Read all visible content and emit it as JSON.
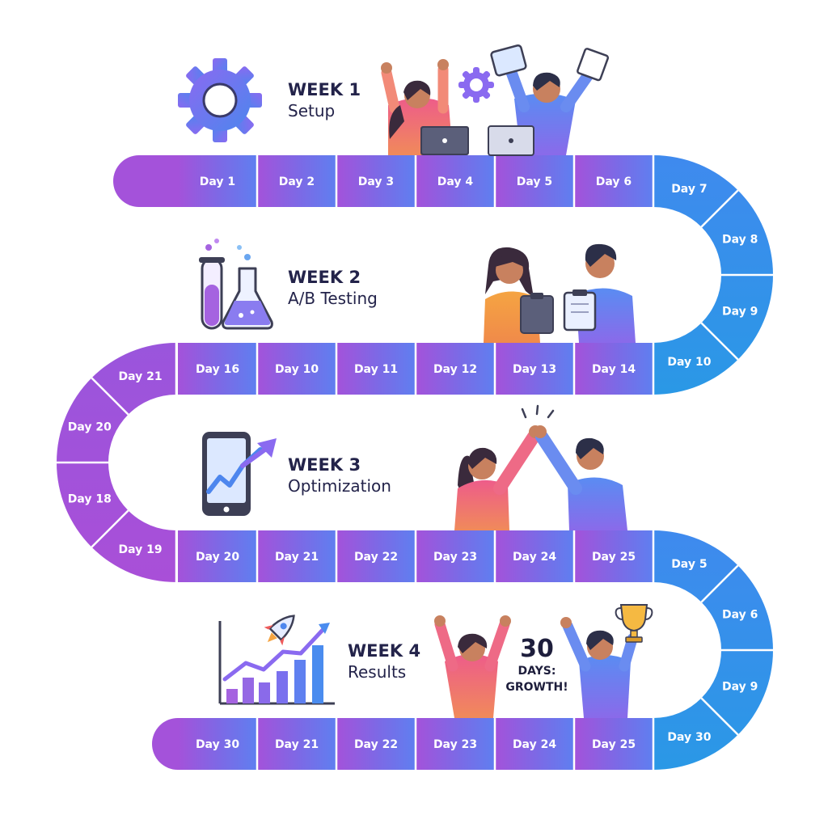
{
  "weeks": [
    {
      "title": "WEEK 1",
      "subtitle": "Setup"
    },
    {
      "title": "WEEK 2",
      "subtitle": "A/B Testing"
    },
    {
      "title": "WEEK 3",
      "subtitle": "Optimization"
    },
    {
      "title": "WEEK 4",
      "subtitle": "Results"
    }
  ],
  "rows": [
    [
      "Day 1",
      "Day 2",
      "Day 3",
      "Day 4",
      "Day 5",
      "Day 6"
    ],
    [
      "Day 16",
      "Day 10",
      "Day 11",
      "Day 12",
      "Day 13",
      "Day 14"
    ],
    [
      "Day 20",
      "Day 21",
      "Day 22",
      "Day 23",
      "Day 24",
      "Day 25"
    ],
    [
      "Day 30",
      "Day 21",
      "Day 22",
      "Day 23",
      "Day 24",
      "Day 25"
    ]
  ],
  "curves": [
    [
      "Day 7",
      "Day 8",
      "Day 9",
      "Day 10"
    ],
    [
      "Day 21",
      "Day 20",
      "Day 18",
      "Day 19"
    ],
    [
      "Day 5",
      "Day 6",
      "Day 9",
      "Day 30"
    ]
  ],
  "badge": {
    "line1": "30",
    "line2": "DAYS:",
    "line3": "GROWTH!"
  },
  "colors": {
    "purple": "#a052dc",
    "violet": "#7a6ae6",
    "blue": "#2f8de8",
    "text": "#23234a"
  }
}
